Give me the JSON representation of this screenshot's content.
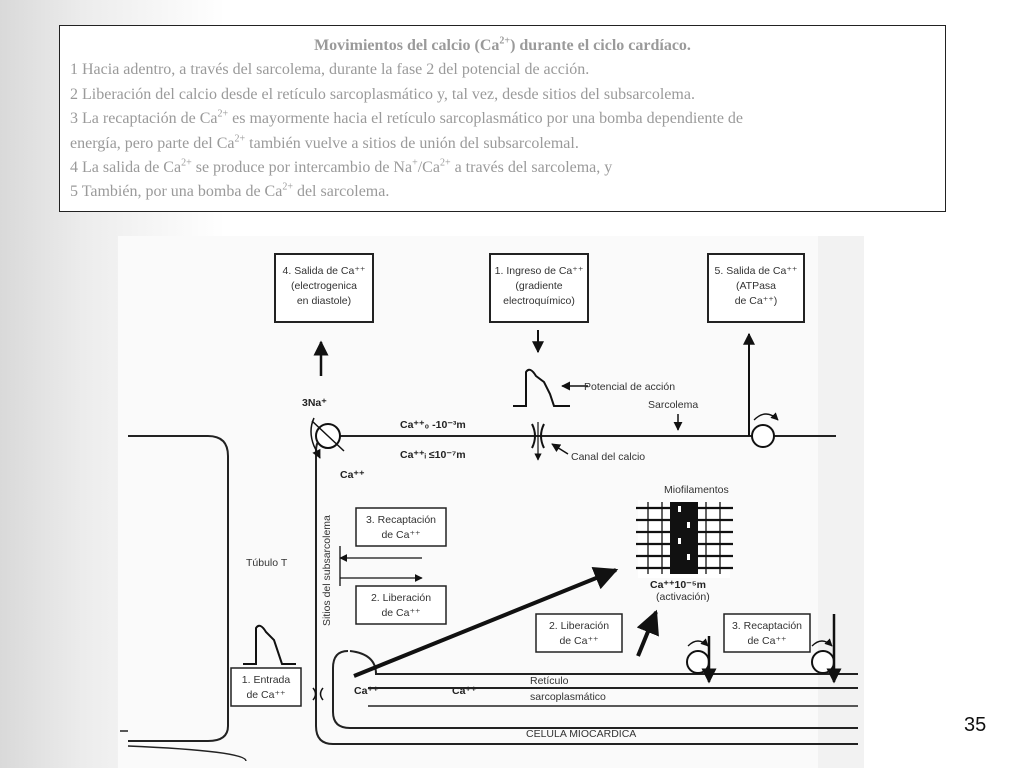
{
  "slide": {
    "page_number": "35",
    "title": {
      "pre": "Movimientos del calcio (Ca",
      "sup": "2+",
      "post": ") durante el ciclo cardíaco."
    },
    "lines": [
      {
        "pre": "1 Hacia adentro, a través del sarcolema, durante la fase 2 del potencial de acción."
      },
      {
        "pre": "2 Liberación del calcio desde el retículo sarcoplasmático y, tal vez, desde sitios del subsarcolema."
      },
      {
        "pre": "3 La recaptación de Ca",
        "sup": "2+",
        "post": " es mayormente hacia el retículo sarcoplasmático por una bomba dependiente de"
      },
      {
        "pre": "energía, pero parte del Ca",
        "sup": "2+",
        "post": " también vuelve a sitios de unión del subsarcolemal."
      },
      {
        "pre": "4 La salida de Ca",
        "sup": "2+",
        "mid": "  se produce por intercambio de Na",
        "sup2": "+",
        "mid2": "/Ca",
        "sup3": "2+",
        "post": " a través del sarcolema,  y"
      },
      {
        "pre": "5 También,  por una bomba de Ca",
        "sup": "2+",
        "post": "  del sarcolema."
      }
    ]
  },
  "diagram": {
    "boxes": {
      "salida4": [
        "4. Salida de Ca⁺⁺",
        "(electrogenica",
        "en diastole)"
      ],
      "ingreso1": [
        "1. Ingreso de Ca⁺⁺",
        "(gradiente",
        "electroquímico)"
      ],
      "salida5": [
        "5. Salida de Ca⁺⁺",
        "(ATPasa",
        "de Ca⁺⁺)"
      ],
      "recap3_left": [
        "3. Recaptación",
        "de Ca⁺⁺"
      ],
      "lib2_left": [
        "2. Liberación",
        "de Ca⁺⁺"
      ],
      "entrada1": [
        "1. Entrada",
        "de Ca⁺⁺"
      ],
      "lib2_right": [
        "2. Liberación",
        "de Ca⁺⁺"
      ],
      "recap3_right": [
        "3. Recaptación",
        "de Ca⁺⁺"
      ]
    },
    "labels": {
      "na": "3Na⁺",
      "ca_ext": "Ca⁺⁺₀ -10⁻³m",
      "ca_int": "Ca⁺⁺ᵢ ≤10⁻⁷m",
      "ca_small": "Ca⁺⁺",
      "potencial": "Potencial de acción",
      "sarcolema": "Sarcolema",
      "canal": "Canal del calcio",
      "miofilamentos": "Miofilamentos",
      "ca_activ": "Ca⁺⁺10⁻⁵m",
      "activacion": "(activación)",
      "tubulo": "Túbulo T",
      "sitios": "Sitios del subsarcolema",
      "ca_ret1": "Ca⁺⁺",
      "ca_ret2": "Ca⁺⁺",
      "reticulo1": "Retículo",
      "reticulo2": "sarcoplasmático",
      "celula": "CELULA MIOCARDICA"
    }
  }
}
